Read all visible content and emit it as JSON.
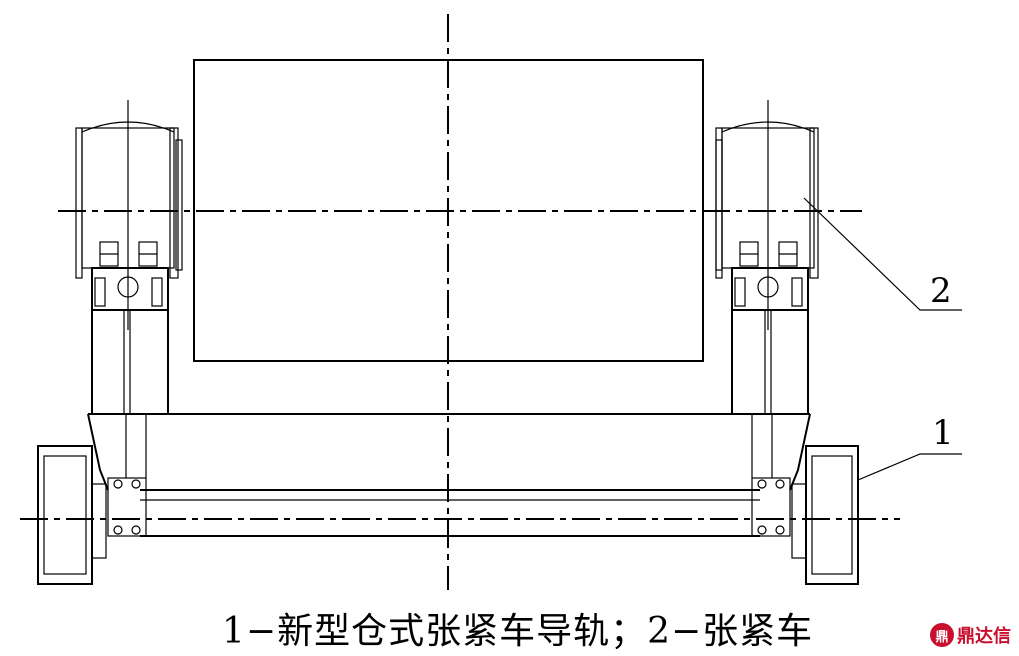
{
  "labels": {
    "rail": "1",
    "cart": "2"
  },
  "caption": "1−新型仓式张紧车导轨；2−张紧车",
  "watermark": {
    "text": "鼎达信",
    "color": "#c8102e"
  }
}
